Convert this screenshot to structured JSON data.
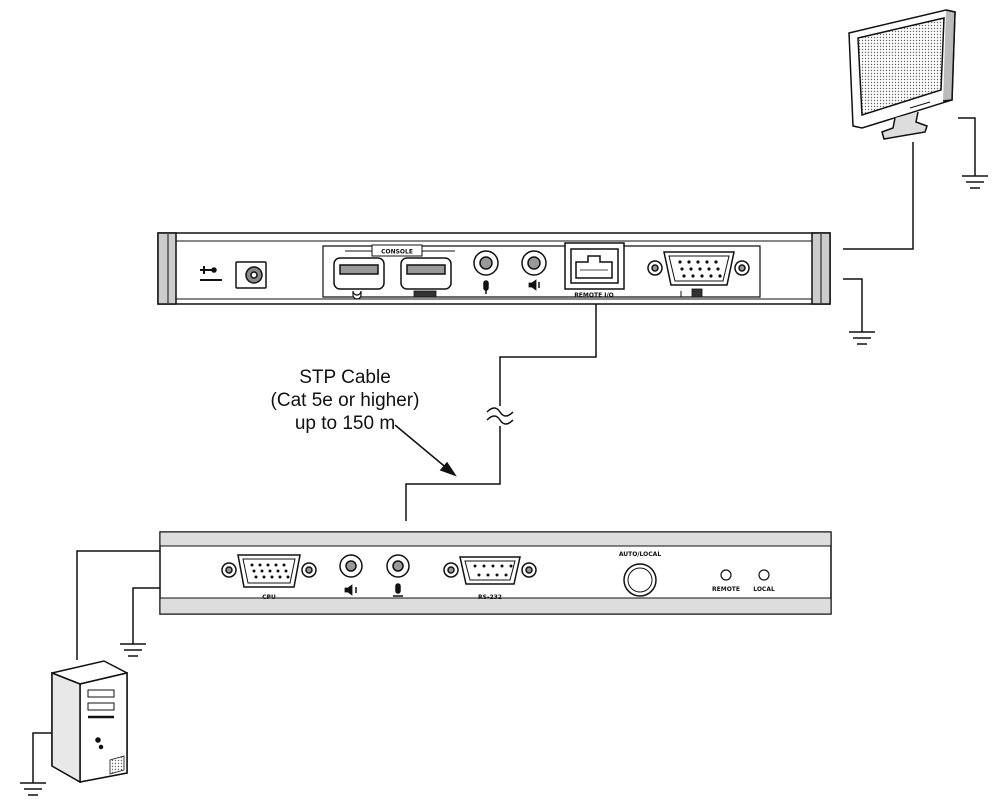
{
  "devices": {
    "remote_unit": {
      "console_label": "CONSOLE",
      "remote_io_label": "REMOTE I/O"
    },
    "local_unit": {
      "cpu_label": "CPU",
      "rs232_label": "RS-232",
      "auto_local_label": "AUTO/LOCAL",
      "remote_led_label": "REMOTE",
      "local_led_label": "LOCAL"
    }
  },
  "cable": {
    "line1": "STP Cable",
    "line2": "(Cat 5e or higher)",
    "line3": "up to 150 m"
  },
  "colors": {
    "line": "#111111",
    "panel_fill": "#ffffff",
    "shade": "#9a9a9a"
  }
}
